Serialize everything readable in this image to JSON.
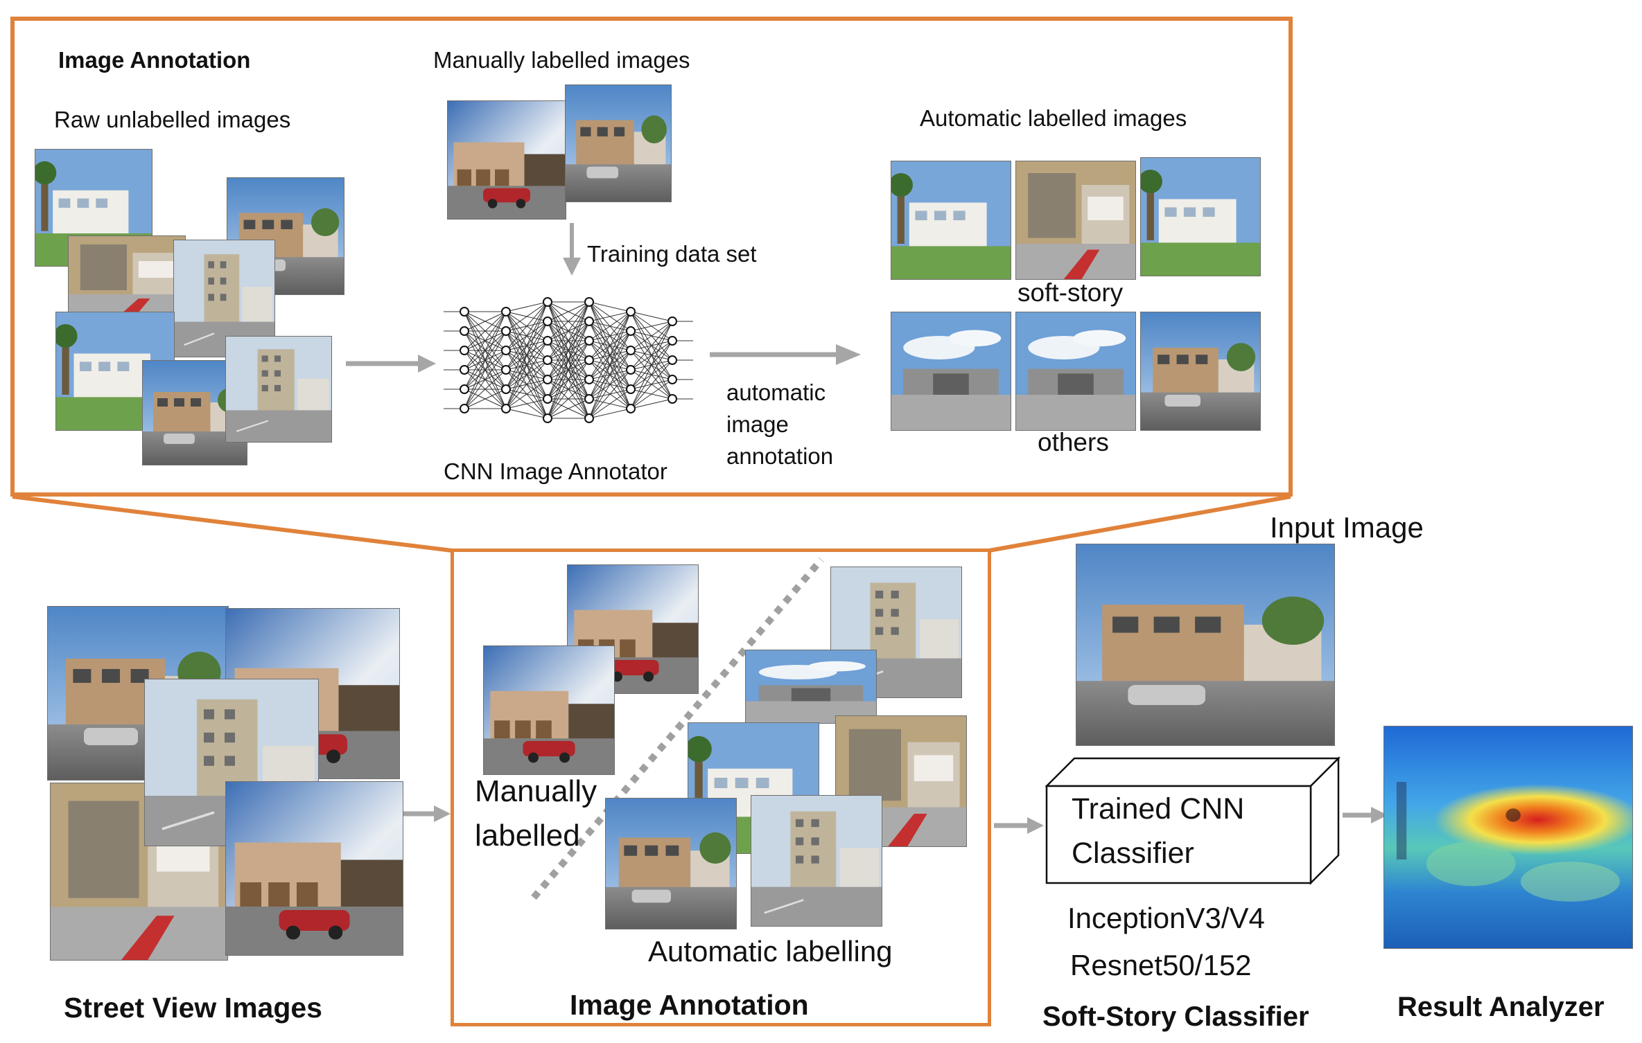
{
  "top_panel": {
    "title": "Image Annotation",
    "raw_label": "Raw unlabelled images",
    "manual_label": "Manually labelled images",
    "training_label": "Training data set",
    "cnn_label": "CNN  Image Annotator",
    "auto_annotation_lines": [
      "automatic",
      "image",
      "annotation"
    ],
    "auto_labelled_title": "Automatic labelled images",
    "class_softstory": "soft-story",
    "class_others": "others"
  },
  "bottom": {
    "street_view_label": "Street View Images",
    "manually_labelled_lines": [
      "Manually",
      "labelled"
    ],
    "automatic_labelling": "Automatic labelling",
    "image_annotation_label": "Image Annotation",
    "input_image_label": "Input Image",
    "classifier_box_lines": [
      "Trained CNN",
      "Classifier"
    ],
    "model_lines": [
      "InceptionV3/V4",
      "Resnet50/152"
    ],
    "softstory_classifier_label": "Soft-Story  Classifier",
    "result_analyzer_label": "Result Analyzer"
  },
  "colors": {
    "frame_orange": "#e0823a",
    "arrow_gray": "#a6a6a6",
    "dotted_gray": "#a0a0a0"
  }
}
